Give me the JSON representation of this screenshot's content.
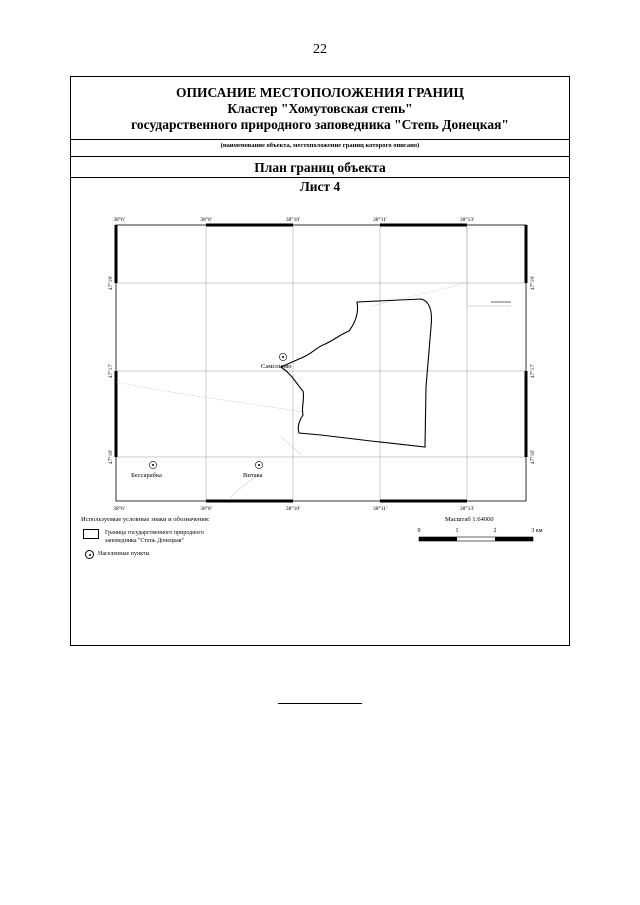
{
  "page_number": "22",
  "header": {
    "line1": "ОПИСАНИЕ МЕСТОПОЛОЖЕНИЯ ГРАНИЦ",
    "line2": "Кластер \"Хомутовская степь\"",
    "line3": "государственного природного заповедника \"Степь Донецкая\"",
    "caption": "(наименование объекта, местоположение границ которого описано)"
  },
  "plan": {
    "title": "План границ объекта",
    "sheet": "Лист 4"
  },
  "map": {
    "lon_ticks": [
      "38°6'",
      "38°8'",
      "38°10'",
      "38°11'",
      "38°13'"
    ],
    "lat_ticks": [
      "47°19'",
      "47°17'",
      "47°16'"
    ],
    "places": [
      "Самсоново",
      "Бессарабка",
      "Витава"
    ]
  },
  "legend": {
    "heading": "Используемые условные знаки и обозначения:",
    "boundary_label_1": "Граница государственного природного",
    "boundary_label_2": "заповедника \"Степь Донецкая\"",
    "settlements_label": "Населенные пункты"
  },
  "scale": {
    "label": "Масштаб 1:64000",
    "ticks": [
      "0",
      "1",
      "2",
      "3 км"
    ]
  }
}
